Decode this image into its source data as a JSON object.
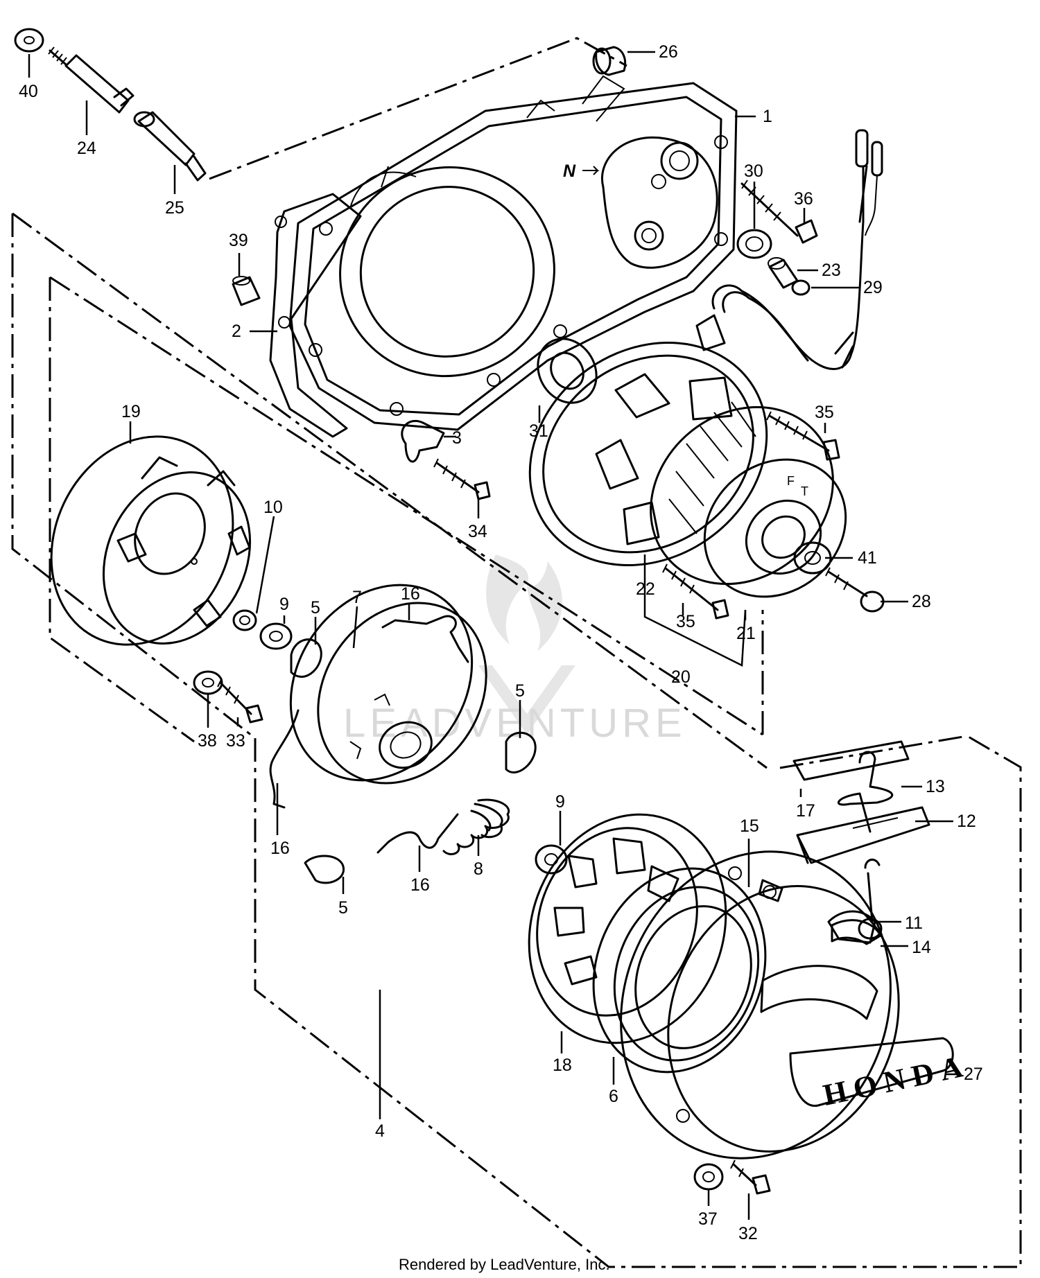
{
  "watermark": "LEADVENTURE",
  "cover_text": "HONDA",
  "neutral_mark": "N",
  "credit": "Rendered by LeadVenture, Inc.",
  "labels": {
    "l1": "1",
    "l2": "2",
    "l3": "3",
    "l4": "4",
    "l5a": "5",
    "l5b": "5",
    "l5c": "5",
    "l6": "6",
    "l7": "7",
    "l8": "8",
    "l9a": "9",
    "l9b": "9",
    "l10": "10",
    "l11": "11",
    "l12": "12",
    "l13": "13",
    "l14": "14",
    "l15": "15",
    "l16a": "16",
    "l16b": "16",
    "l16c": "16",
    "l17": "17",
    "l18": "18",
    "l19": "19",
    "l20": "20",
    "l21": "21",
    "l22": "22",
    "l23": "23",
    "l24": "24",
    "l25": "25",
    "l26": "26",
    "l27": "27",
    "l28": "28",
    "l29": "29",
    "l30": "30",
    "l31": "31",
    "l32": "32",
    "l33": "33",
    "l34": "34",
    "l35a": "35",
    "l35b": "35",
    "l36": "36",
    "l37": "37",
    "l38": "38",
    "l39": "39",
    "l40": "40",
    "l41": "41"
  }
}
